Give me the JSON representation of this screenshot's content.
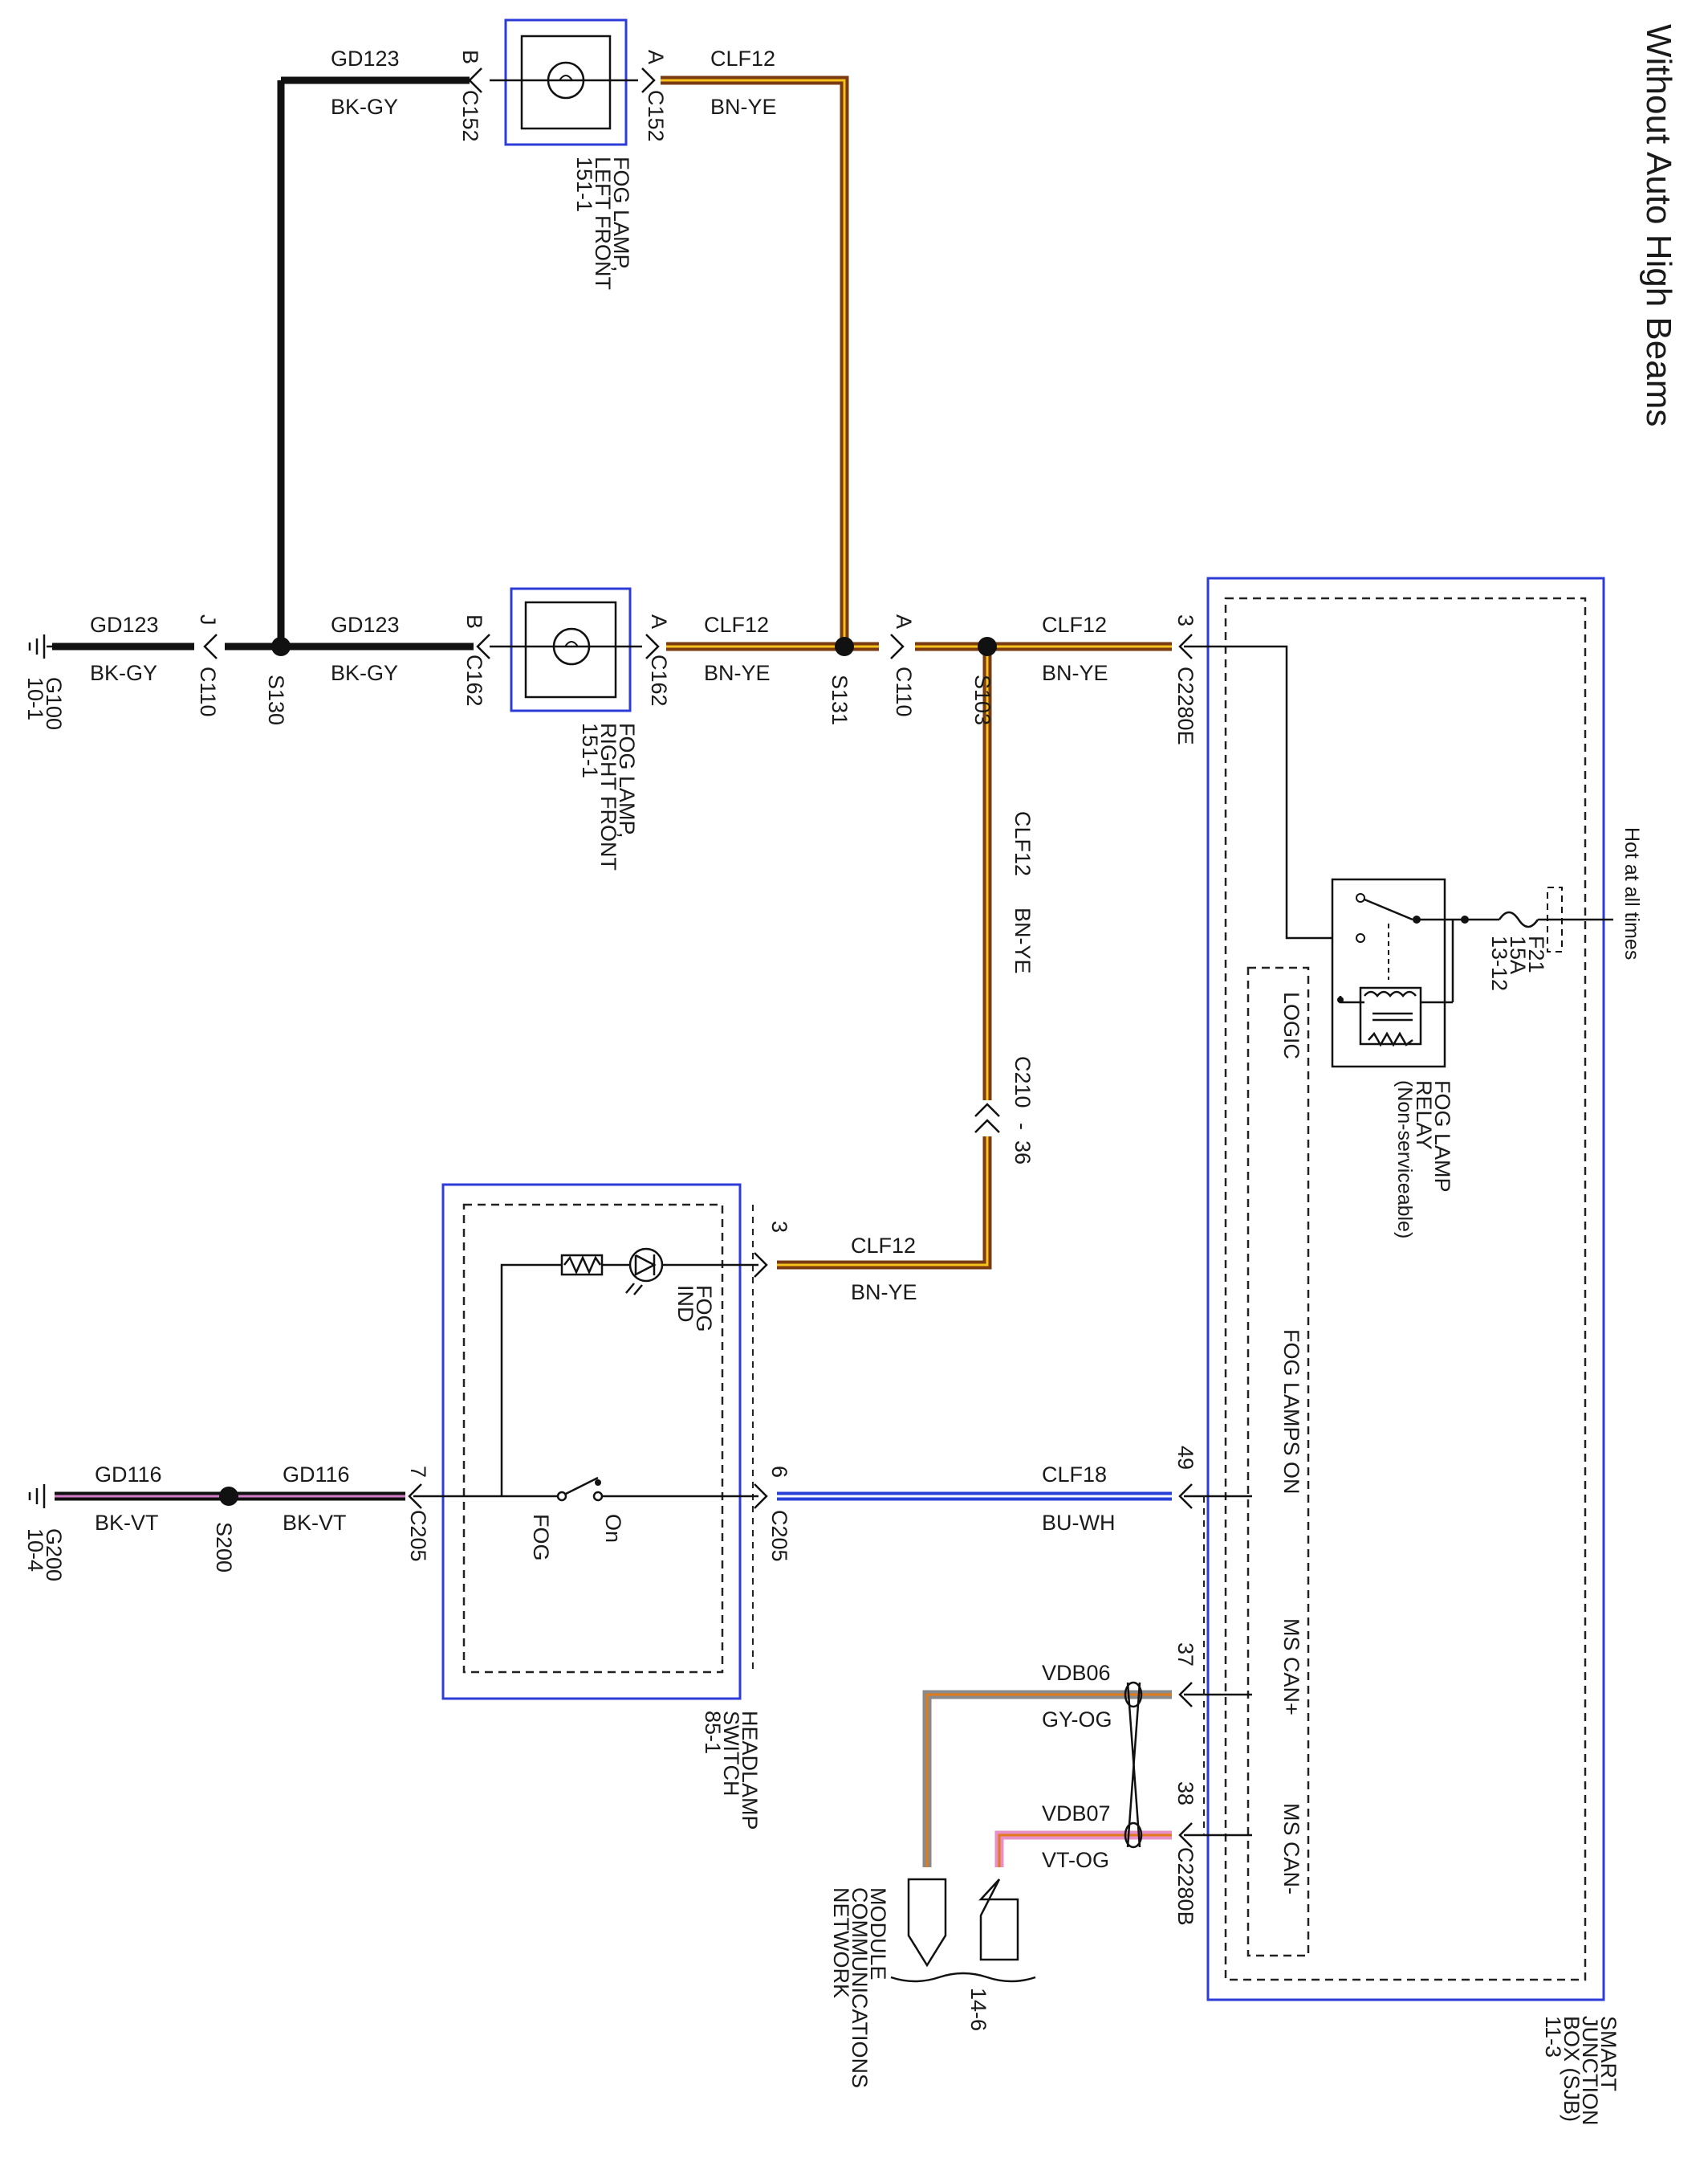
{
  "title": "Without Auto High Beams",
  "components": {
    "fog_left": {
      "name": "FOG LAMP,",
      "name2": "LEFT FRONT",
      "ref": "151-1",
      "pin_a": "A",
      "pin_b": "B",
      "conn": "C152"
    },
    "fog_right": {
      "name": "FOG LAMP,",
      "name2": "RIGHT FRONT",
      "ref": "151-1",
      "pin_a": "A",
      "pin_b": "B",
      "conn": "C162"
    },
    "headlamp_switch": {
      "name": "HEADLAMP",
      "name2": "SWITCH",
      "ref": "85-1",
      "fog_ind": "FOG",
      "fog_ind2": "IND",
      "fog_label": "FOG",
      "on_label": "On"
    },
    "sjb": {
      "name": "SMART",
      "name2": "JUNCTION",
      "name3": "BOX (SJB)",
      "ref": "11-3",
      "logic": "LOGIC",
      "fog_lamps_on": "FOG LAMPS ON",
      "ms_can_plus": "MS CAN+",
      "ms_can_minus": "MS CAN-",
      "relay": "FOG LAMP",
      "relay2": "RELAY",
      "relay3": "(Non-serviceable)",
      "fuse": "F21",
      "fuse_rating": "15A",
      "fuse_ref": "13-12",
      "hot": "Hot at all times"
    },
    "network": {
      "name": "MODULE",
      "name2": "COMMUNICATIONS",
      "name3": "NETWORK",
      "ref": "14-6"
    }
  },
  "wires": {
    "gd123": "GD123",
    "bk_gy": "BK-GY",
    "clf12": "CLF12",
    "bn_ye": "BN-YE",
    "clf18": "CLF18",
    "bu_wh": "BU-WH",
    "gd116": "GD116",
    "bk_vt": "BK-VT",
    "vdb06": "VDB06",
    "gy_og": "GY-OG",
    "vdb07": "VDB07",
    "vt_og": "VT-OG"
  },
  "connectors": {
    "c110": "C110",
    "pin_j": "J",
    "pin_a": "A",
    "s130": "S130",
    "s131": "S131",
    "s103": "S103",
    "s200": "S200",
    "g100": "G100",
    "g100_ref": "10-1",
    "g200": "G200",
    "g200_ref": "10-4",
    "c2280e": "C2280E",
    "c2280e_pin": "3",
    "c2280b": "C2280B",
    "pin49": "49",
    "pin37": "37",
    "pin38": "38",
    "c210": "C210",
    "c210_pin": "36",
    "c210_dash": "-",
    "c205": "C205",
    "c205_pin3": "3",
    "c205_pin6": "6",
    "c205_pin7": "7"
  },
  "colors": {
    "brown": "#7a3b12",
    "yellow": "#f6c21b",
    "blue": "#2840d8",
    "white": "#ffffff",
    "pink": "#e98fc8",
    "gray": "#8a8a8a",
    "orange": "#e07a1a",
    "black": "#111111",
    "violet": "#d57ac7",
    "box_blue": "#2d3cd8"
  }
}
